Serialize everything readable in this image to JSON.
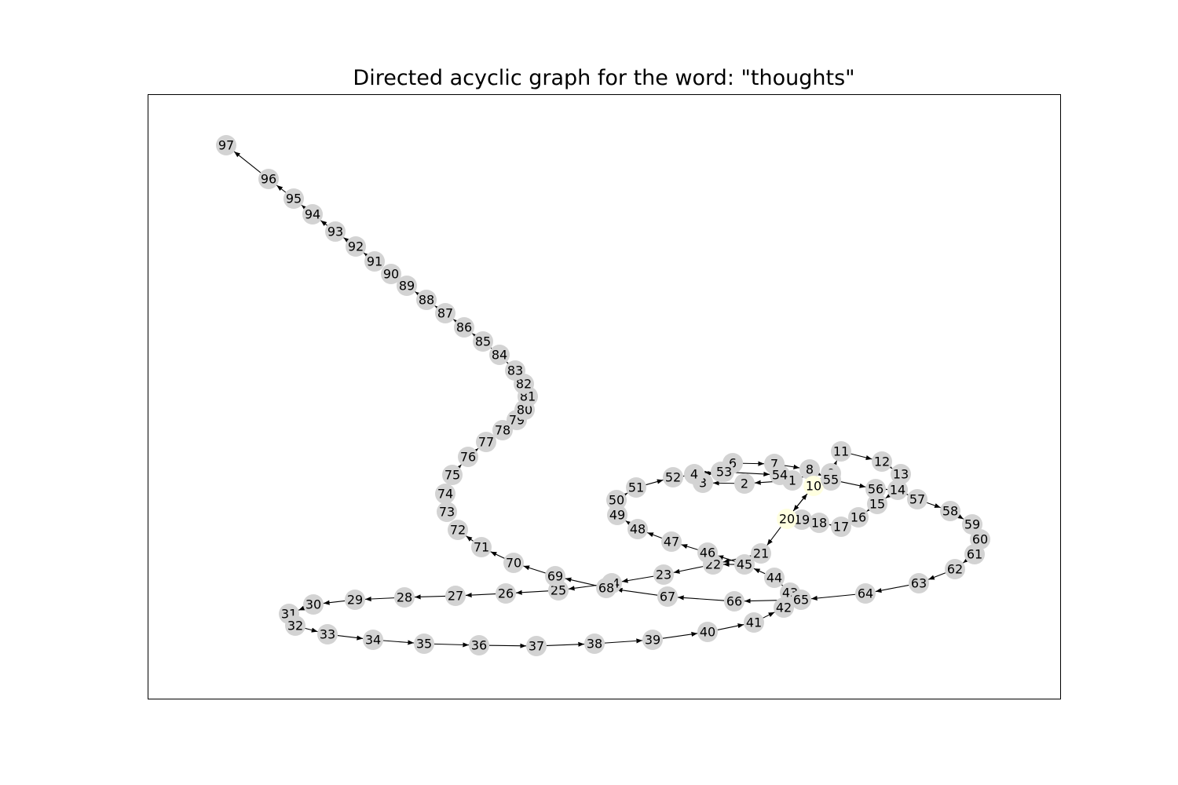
{
  "title": "Directed acyclic graph for the word: \"thoughts\"",
  "colors": {
    "node_default": "#d3d3d3",
    "node_highlight": "#ffffe0",
    "edge": "#000000",
    "frame": "#000000"
  },
  "graph": {
    "highlighted_nodes": [
      "10",
      "20"
    ],
    "nodes": [
      "0",
      "1",
      "2",
      "3",
      "4",
      "5",
      "6",
      "7",
      "8",
      "9",
      "10",
      "11",
      "12",
      "13",
      "14",
      "15",
      "16",
      "17",
      "18",
      "19",
      "20",
      "21",
      "22",
      "23",
      "24",
      "25",
      "26",
      "27",
      "28",
      "29",
      "30",
      "31",
      "32",
      "33",
      "34",
      "35",
      "36",
      "37",
      "38",
      "39",
      "40",
      "41",
      "42",
      "43",
      "44",
      "45",
      "46",
      "47",
      "48",
      "49",
      "50",
      "51",
      "52",
      "53",
      "54",
      "55",
      "56",
      "57",
      "58",
      "59",
      "60",
      "61",
      "62",
      "63",
      "64",
      "65",
      "66",
      "67",
      "68",
      "69",
      "70",
      "71",
      "72",
      "73",
      "74",
      "75",
      "76",
      "77",
      "78",
      "79",
      "80",
      "81",
      "82",
      "83",
      "84",
      "85",
      "86",
      "87",
      "88",
      "89",
      "90",
      "91",
      "92",
      "93",
      "94",
      "95",
      "96",
      "97"
    ],
    "edges": [
      [
        "1",
        "2"
      ],
      [
        "2",
        "3"
      ],
      [
        "4",
        "5"
      ],
      [
        "5",
        "54"
      ],
      [
        "6",
        "7"
      ],
      [
        "7",
        "8"
      ],
      [
        "8",
        "9"
      ],
      [
        "9",
        "0"
      ],
      [
        "0",
        "11"
      ],
      [
        "11",
        "12"
      ],
      [
        "12",
        "13"
      ],
      [
        "13",
        "14"
      ],
      [
        "14",
        "15"
      ],
      [
        "15",
        "16"
      ],
      [
        "16",
        "17"
      ],
      [
        "17",
        "18"
      ],
      [
        "18",
        "19"
      ],
      [
        "10",
        "20"
      ],
      [
        "20",
        "10"
      ],
      [
        "20",
        "21"
      ],
      [
        "21",
        "22"
      ],
      [
        "22",
        "23"
      ],
      [
        "23",
        "24"
      ],
      [
        "24",
        "25"
      ],
      [
        "25",
        "26"
      ],
      [
        "26",
        "27"
      ],
      [
        "27",
        "28"
      ],
      [
        "28",
        "29"
      ],
      [
        "29",
        "30"
      ],
      [
        "30",
        "31"
      ],
      [
        "31",
        "32"
      ],
      [
        "32",
        "33"
      ],
      [
        "33",
        "34"
      ],
      [
        "34",
        "35"
      ],
      [
        "35",
        "36"
      ],
      [
        "36",
        "37"
      ],
      [
        "37",
        "38"
      ],
      [
        "38",
        "39"
      ],
      [
        "39",
        "40"
      ],
      [
        "40",
        "41"
      ],
      [
        "41",
        "42"
      ],
      [
        "42",
        "43"
      ],
      [
        "43",
        "44"
      ],
      [
        "44",
        "45"
      ],
      [
        "45",
        "46"
      ],
      [
        "46",
        "47"
      ],
      [
        "47",
        "48"
      ],
      [
        "48",
        "49"
      ],
      [
        "49",
        "50"
      ],
      [
        "50",
        "51"
      ],
      [
        "51",
        "52"
      ],
      [
        "52",
        "53"
      ],
      [
        "53",
        "6"
      ],
      [
        "54",
        "55"
      ],
      [
        "55",
        "56"
      ],
      [
        "56",
        "14"
      ],
      [
        "14",
        "57"
      ],
      [
        "57",
        "58"
      ],
      [
        "58",
        "59"
      ],
      [
        "59",
        "60"
      ],
      [
        "60",
        "61"
      ],
      [
        "61",
        "62"
      ],
      [
        "62",
        "63"
      ],
      [
        "63",
        "64"
      ],
      [
        "64",
        "65"
      ],
      [
        "65",
        "66"
      ],
      [
        "66",
        "67"
      ],
      [
        "67",
        "68"
      ],
      [
        "68",
        "69"
      ],
      [
        "69",
        "70"
      ],
      [
        "70",
        "71"
      ],
      [
        "71",
        "72"
      ],
      [
        "72",
        "73"
      ],
      [
        "73",
        "74"
      ],
      [
        "74",
        "75"
      ],
      [
        "75",
        "76"
      ],
      [
        "76",
        "77"
      ],
      [
        "77",
        "78"
      ],
      [
        "78",
        "79"
      ],
      [
        "79",
        "80"
      ],
      [
        "80",
        "81"
      ],
      [
        "81",
        "82"
      ],
      [
        "82",
        "83"
      ],
      [
        "83",
        "84"
      ],
      [
        "84",
        "85"
      ],
      [
        "85",
        "86"
      ],
      [
        "86",
        "87"
      ],
      [
        "87",
        "88"
      ],
      [
        "88",
        "89"
      ],
      [
        "89",
        "90"
      ],
      [
        "90",
        "91"
      ],
      [
        "91",
        "92"
      ],
      [
        "92",
        "93"
      ],
      [
        "93",
        "94"
      ],
      [
        "94",
        "95"
      ],
      [
        "95",
        "96"
      ],
      [
        "96",
        "97"
      ],
      [
        "43",
        "65"
      ],
      [
        "45",
        "22"
      ],
      [
        "68",
        "24"
      ],
      [
        "55",
        "10"
      ]
    ]
  }
}
